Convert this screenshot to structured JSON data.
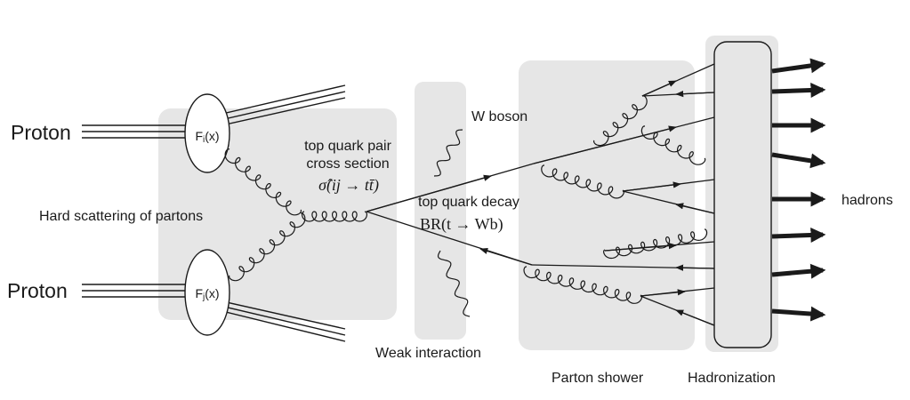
{
  "diagram": {
    "inputs": {
      "proton_top": "Proton",
      "proton_bottom": "Proton",
      "pdf_i_main": "F",
      "pdf_i_sub": "i",
      "pdf_i_arg": "(x)",
      "pdf_j_main": "F",
      "pdf_j_sub": "j",
      "pdf_j_arg": "(x)"
    },
    "hard_scattering": {
      "label": "Hard scattering of partons",
      "title_line1": "top quark pair",
      "title_line2": "cross section",
      "formula": "σ̂(ij → tt̄)"
    },
    "decay": {
      "w_label": "W boson",
      "title": "top quark decay",
      "formula": "BR(t → Wb)",
      "weak_label": "Weak interaction"
    },
    "shower": {
      "label": "Parton shower"
    },
    "hadronization": {
      "label": "Hadronization",
      "hadrons_label": "hadrons"
    },
    "colors": {
      "region_fill": "#e6e6e6",
      "line": "#1a1a1a"
    }
  }
}
